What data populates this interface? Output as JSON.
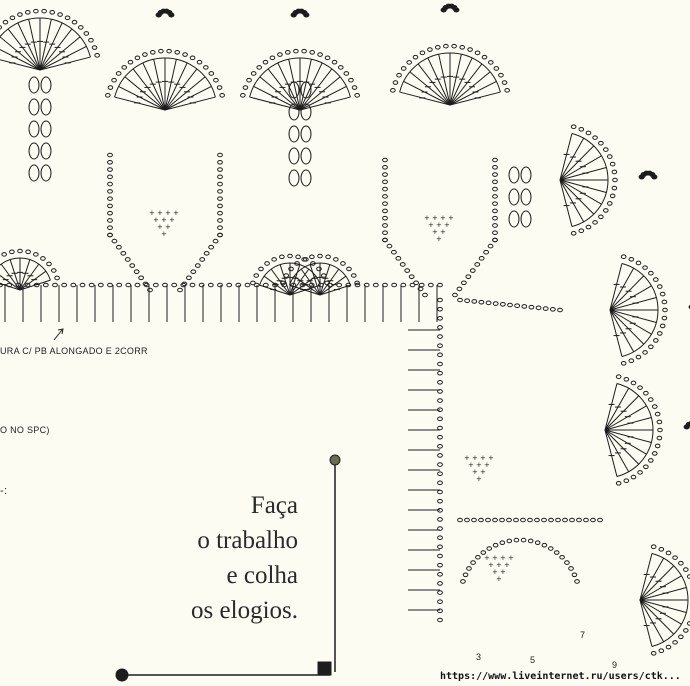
{
  "legend": {
    "line1": "URA C/ PB ALONGADO E 2CORR",
    "line2": "O NO SPC)",
    "line3": "-:"
  },
  "motto": {
    "line1": "Faça",
    "line2": "o trabalho",
    "line3": "e colha",
    "line4": "os elogios."
  },
  "watermark": {
    "url": "https://www.liveinternet.ru/users/ctk..."
  },
  "row_numbers": [
    "3",
    "5",
    "7",
    "9"
  ],
  "colors": {
    "ink": "#1d1d1d",
    "paper": "#fdfcf2",
    "bead": "#6b6b55"
  }
}
